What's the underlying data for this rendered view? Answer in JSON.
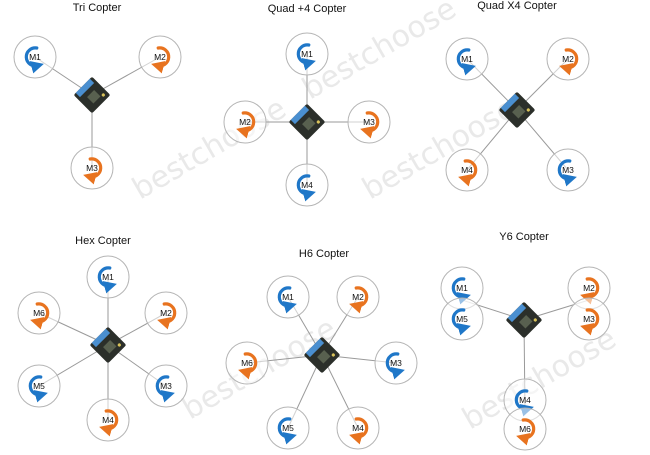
{
  "watermark": "bestchoose",
  "colors": {
    "cw_arrow": "#e8731f",
    "ccw_arrow": "#1f77c8",
    "arm": "#9a9a9a",
    "circle": "#b5b5b5",
    "board": "#2b2f2a",
    "board_chip": "#4a8fd0"
  },
  "configs": [
    {
      "id": "tri",
      "title": "Tri Copter",
      "motors": [
        {
          "label": "M1",
          "spin": "ccw"
        },
        {
          "label": "M2",
          "spin": "cw"
        },
        {
          "label": "M3",
          "spin": "cw"
        }
      ]
    },
    {
      "id": "quad-plus",
      "title": "Quad +4 Copter",
      "motors": [
        {
          "label": "M1",
          "spin": "ccw"
        },
        {
          "label": "M2",
          "spin": "cw"
        },
        {
          "label": "M3",
          "spin": "cw"
        },
        {
          "label": "M4",
          "spin": "ccw"
        }
      ]
    },
    {
      "id": "quad-x",
      "title": "Quad X4 Copter",
      "motors": [
        {
          "label": "M1",
          "spin": "ccw"
        },
        {
          "label": "M2",
          "spin": "cw"
        },
        {
          "label": "M3",
          "spin": "ccw"
        },
        {
          "label": "M4",
          "spin": "cw"
        }
      ]
    },
    {
      "id": "hex",
      "title": "Hex Copter",
      "motors": [
        {
          "label": "M1",
          "spin": "ccw"
        },
        {
          "label": "M2",
          "spin": "cw"
        },
        {
          "label": "M3",
          "spin": "ccw"
        },
        {
          "label": "M4",
          "spin": "cw"
        },
        {
          "label": "M5",
          "spin": "ccw"
        },
        {
          "label": "M6",
          "spin": "cw"
        }
      ]
    },
    {
      "id": "h6",
      "title": "H6 Copter",
      "motors": [
        {
          "label": "M1",
          "spin": "ccw"
        },
        {
          "label": "M2",
          "spin": "cw"
        },
        {
          "label": "M3",
          "spin": "ccw"
        },
        {
          "label": "M4",
          "spin": "cw"
        },
        {
          "label": "M5",
          "spin": "ccw"
        },
        {
          "label": "M6",
          "spin": "cw"
        }
      ]
    },
    {
      "id": "y6",
      "title": "Y6 Copter",
      "motors": [
        {
          "label": "M1",
          "spin": "ccw"
        },
        {
          "label": "M2",
          "spin": "cw"
        },
        {
          "label": "M3",
          "spin": "cw"
        },
        {
          "label": "M4",
          "spin": "ccw"
        },
        {
          "label": "M5",
          "spin": "ccw"
        },
        {
          "label": "M6",
          "spin": "cw"
        }
      ]
    }
  ]
}
